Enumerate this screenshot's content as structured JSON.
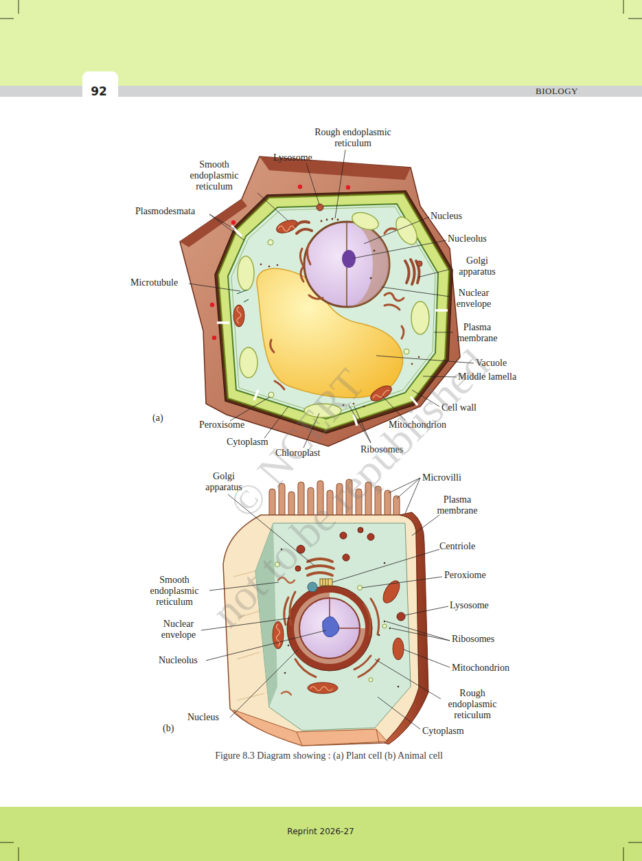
{
  "diagram": {
    "caption": "Figure 8.3 Diagram showing : (a) Plant cell (b) Animal cell",
    "labels": [
      "92",
      "BIOLOGY",
      "Rough endoplasmic reticulum",
      "Lysosome",
      "Smooth endoplasmic reticulum",
      "Plasmodesmata",
      "Nucleus",
      "Nucleolus",
      "Golgi apparatus",
      "Microtubule",
      "Nuclear envelope",
      "Plasma membrane",
      "Vacuole",
      "Middle lamella",
      "Cell wall",
      "(a)",
      "Peroxisome",
      "Mitochondrion",
      "Cytoplasm",
      "Ribosomes",
      "Chloroplast",
      "Golgi apparatus",
      "Microvilli",
      "Plasma membrane",
      "Centriole",
      "Peroxiome",
      "Smooth endoplasmic reticulum",
      "Lysosome",
      "Nuclear envelope",
      "Ribosomes",
      "Nucleolus",
      "Mitochondrion",
      "Rough endoplasmic reticulum",
      "Nucleus",
      "(b)",
      "Cytoplasm",
      "© NCERT",
      "not to be republished",
      "Reprint 2026-27"
    ]
  }
}
